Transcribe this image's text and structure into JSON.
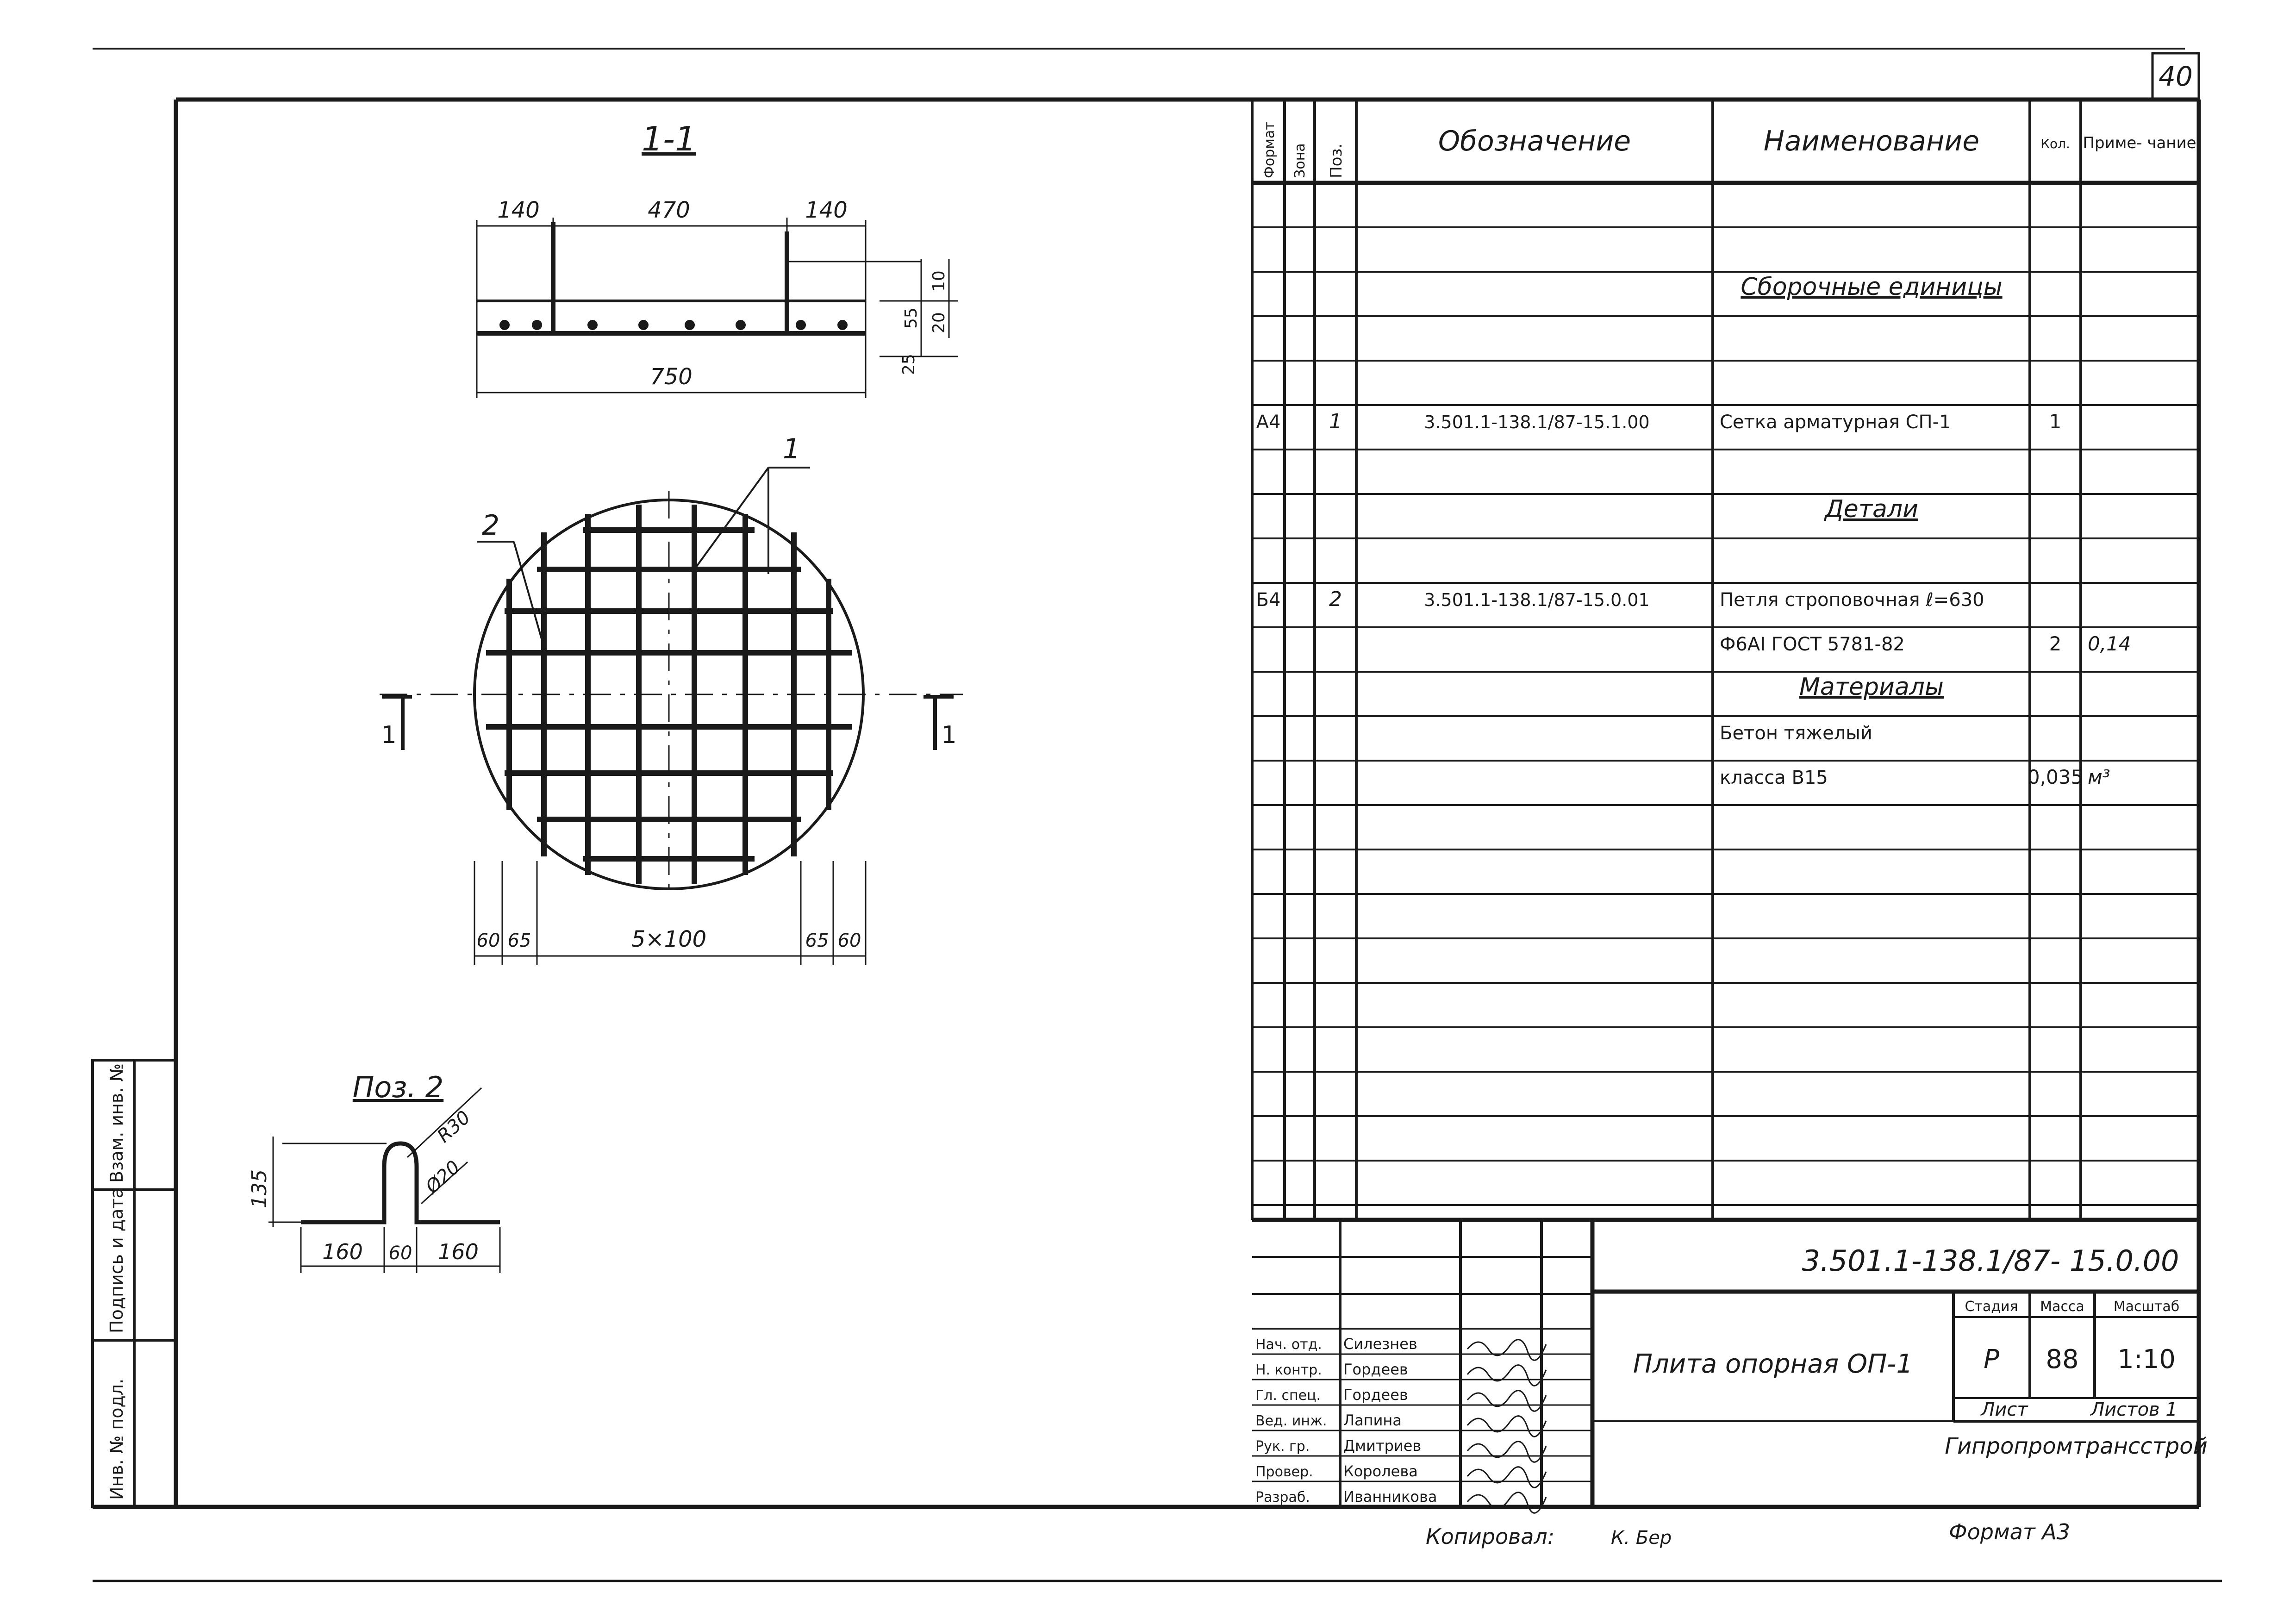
{
  "sheet_number": "40",
  "section_view": {
    "title": "1-1",
    "dims_top": [
      "140",
      "470",
      "140"
    ],
    "dims_right": [
      "55",
      "20",
      "10",
      "25"
    ],
    "dim_bottom": "750"
  },
  "plan_view": {
    "pos_label_1": "1",
    "pos_label_2": "2",
    "section_mark_left": "1",
    "section_mark_right": "1",
    "dims_bottom": [
      "60",
      "65",
      "5×100",
      "65",
      "60"
    ]
  },
  "pos2_detail": {
    "title": "Поз. 2",
    "radius_label": "R30",
    "diam_label": "Ø20",
    "dim_height": "135",
    "dims_bottom": [
      "160",
      "60",
      "160"
    ]
  },
  "spec_table": {
    "headers": {
      "format": "Формат",
      "zone": "Зона",
      "pos": "Поз.",
      "designation": "Обозначение",
      "name": "Наименование",
      "qty": "Кол.",
      "note": "Приме- чание"
    },
    "rows": [
      {
        "format": "",
        "pos": "",
        "designation": "",
        "name": "Сборочные единицы",
        "qty": "",
        "note": "",
        "heading": true
      },
      {
        "format": "А4",
        "pos": "1",
        "designation": "3.501.1-138.1/87-15.1.00",
        "name": "Сетка арматурная СП-1",
        "qty": "1",
        "note": ""
      },
      {
        "format": "",
        "pos": "",
        "designation": "",
        "name": "Детали",
        "qty": "",
        "note": "",
        "heading": true
      },
      {
        "format": "Б4",
        "pos": "2",
        "designation": "3.501.1-138.1/87-15.0.01",
        "name": "Петля строповочная ℓ=630",
        "qty": "",
        "note": ""
      },
      {
        "format": "",
        "pos": "",
        "designation": "",
        "name": "Ф6АI ГОСТ 5781-82",
        "qty": "2",
        "note": "0,14"
      },
      {
        "format": "",
        "pos": "",
        "designation": "",
        "name": "Материалы",
        "qty": "",
        "note": "",
        "heading": true
      },
      {
        "format": "",
        "pos": "",
        "designation": "",
        "name": "Бетон тяжелый",
        "qty": "",
        "note": ""
      },
      {
        "format": "",
        "pos": "",
        "designation": "",
        "name": "класса В15",
        "qty": "0,035",
        "note": "м³"
      }
    ]
  },
  "title_block": {
    "document_code": "3.501.1-138.1/87- 15.0.00",
    "product_name": "Плита опорная ОП-1",
    "stage_label": "Стадия",
    "mass_label": "Масса",
    "scale_label": "Масштаб",
    "stage": "Р",
    "mass": "88",
    "scale": "1:10",
    "sheet_label": "Лист",
    "sheets_label": "Листов 1",
    "organization": "Гипропромтрансстрой",
    "signatures": [
      {
        "role": "Нач. отд.",
        "name": "Силезнев"
      },
      {
        "role": "Н. контр.",
        "name": "Гордеев"
      },
      {
        "role": "Гл. спец.",
        "name": "Гордеев"
      },
      {
        "role": "Вед. инж.",
        "name": "Лапина"
      },
      {
        "role": "Рук. гр.",
        "name": "Дмитриев"
      },
      {
        "role": "Провер.",
        "name": "Королева"
      },
      {
        "role": "Разраб.",
        "name": "Иванникова"
      }
    ]
  },
  "side_stamp": [
    "Инв. № подл.",
    "Подпись и дата",
    "Взам. инв. №"
  ],
  "footer": {
    "copied": "Копировал:",
    "copied_sig": "К. Бер",
    "format": "Формат А3"
  }
}
